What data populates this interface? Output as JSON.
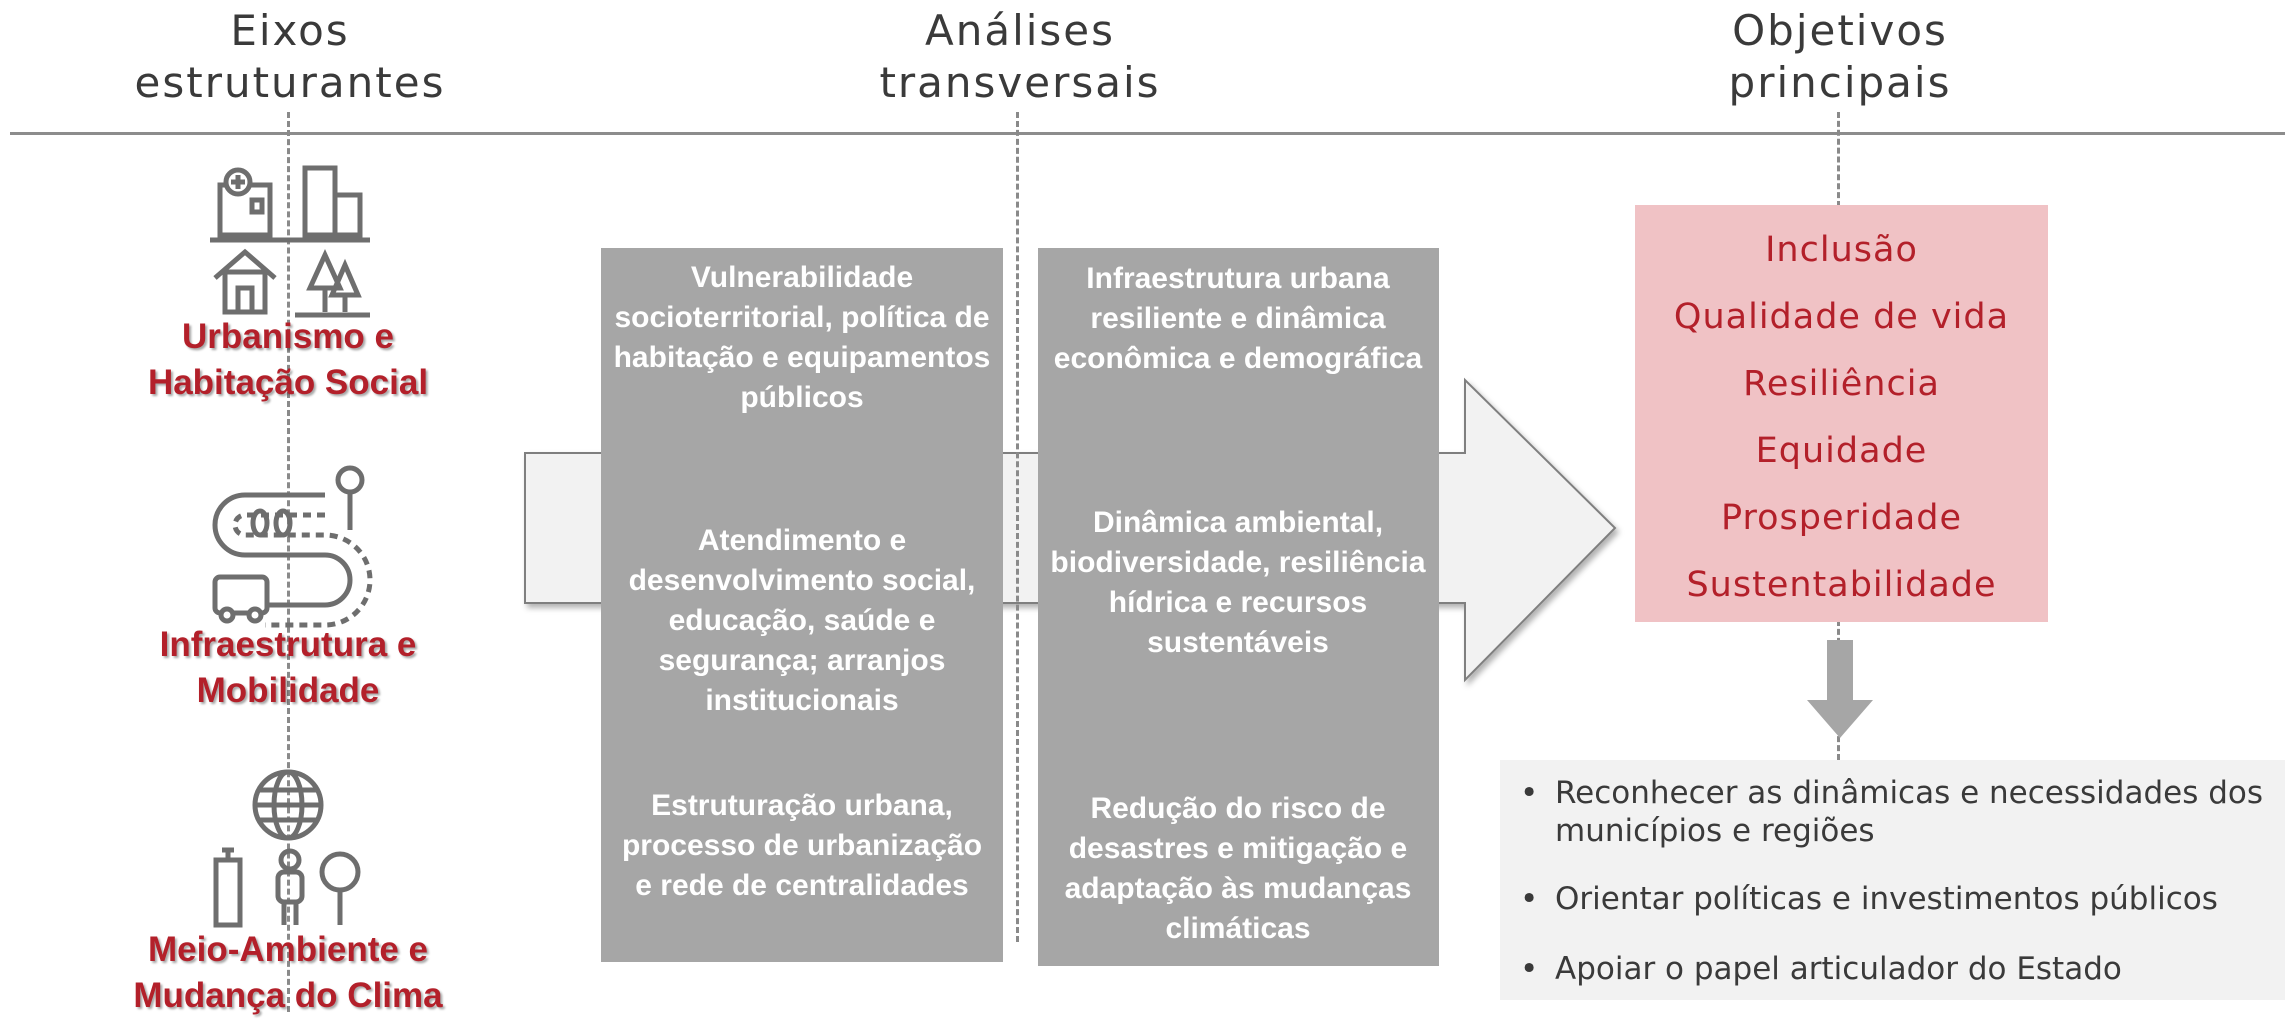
{
  "columns": {
    "axes": {
      "line1": "Eixos",
      "line2": "estruturantes"
    },
    "analyses": {
      "line1": "Análises",
      "line2": "transversais"
    },
    "objectives": {
      "line1": "Objetivos",
      "line2": "principais"
    }
  },
  "axes": [
    {
      "line1": "Urbanismo e",
      "line2": "Habitação Social",
      "icon": "buildings-house-trees-icon"
    },
    {
      "line1": "Infraestrutura e",
      "line2": "Mobilidade",
      "icon": "road-bus-icon"
    },
    {
      "line1": "Meio-Ambiente e",
      "line2": "Mudança do Clima",
      "icon": "globe-building-person-tree-icon"
    }
  ],
  "analyses": {
    "left": [
      "Vulnerabilidade socioterritorial, política de habitação e equipamentos públicos",
      "Atendimento e desenvolvimento social, educação, saúde e segurança; arranjos institucionais",
      "Estruturação urbana, processo de urbanização e rede de centralidades"
    ],
    "right": [
      "Infraestrutura urbana resiliente e dinâmica econômica e demográfica",
      "Dinâmica ambiental, biodiversidade, resiliência hídrica e recursos sustentáveis",
      "Redução do risco de desastres e mitigação e adaptação às mudanças climáticas"
    ]
  },
  "objectives": [
    "Inclusão",
    "Qualidade de vida",
    "Resiliência",
    "Equidade",
    "Prosperidade",
    "Sustentabilidade"
  ],
  "bullets": [
    "Reconhecer as dinâmicas e necessidades dos municípios e regiões",
    "Orientar políticas e investimentos públicos",
    "Apoiar o papel articulador do Estado"
  ],
  "colors": {
    "accent": "#b3202a",
    "box": "#a6a6a6",
    "pink": "#f0c2c5",
    "icon": "#6e6e6e"
  }
}
